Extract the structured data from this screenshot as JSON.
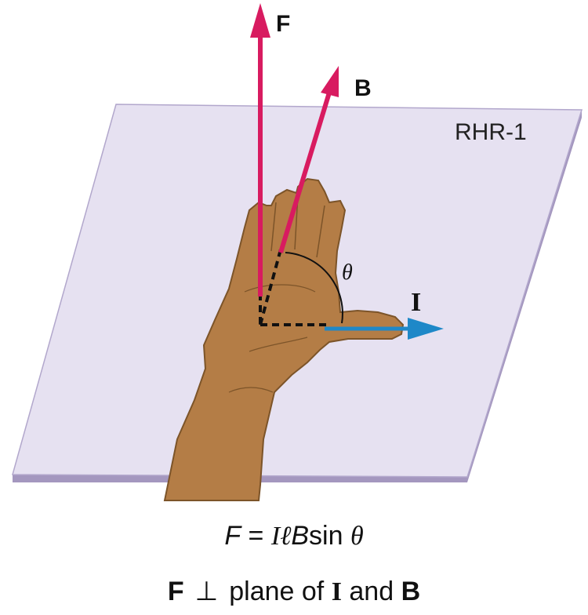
{
  "diagram": {
    "plane_label": "RHR-1",
    "vectors": {
      "force": {
        "label": "F",
        "color": "#d81b60"
      },
      "field": {
        "label": "B",
        "color": "#d81b60"
      },
      "current": {
        "label": "I",
        "color": "#1e88c8"
      }
    },
    "angle_label": "θ",
    "colors": {
      "plane_fill": "#e4dff0",
      "plane_edge": "#9b8eb6",
      "hand": "#b17c45",
      "hand_outline": "#7a5129"
    }
  },
  "equations": {
    "eq1": {
      "F": "F",
      "eq": "=",
      "I": "I",
      "ell": "ℓ",
      "B": "B",
      "sin": "sin",
      "theta": "θ"
    },
    "eq2": {
      "F": "F",
      "perp": "⊥",
      "text1": "plane of",
      "I": "I",
      "and": "and",
      "B": "B"
    }
  }
}
